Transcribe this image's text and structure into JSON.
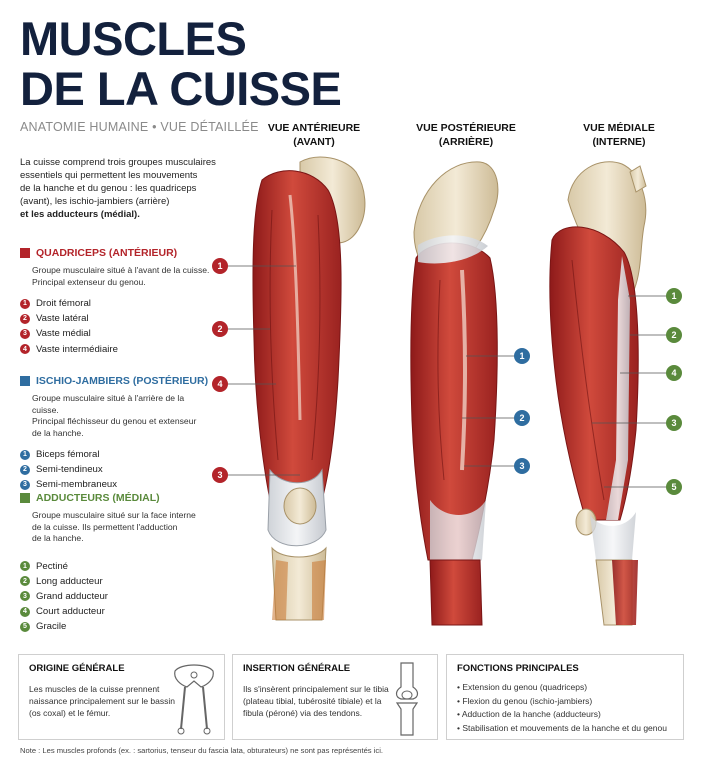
{
  "title_line1": "MUSCLES",
  "title_line2": "DE LA CUISSE",
  "subtitle": "ANATOMIE HUMAINE • VUE DÉTAILLÉE",
  "intro_line1": "La cuisse comprend trois groupes musculaires",
  "intro_line2": "essentiels qui permettent les mouvements",
  "intro_line3": "de la hanche et du genou : les quadriceps",
  "intro_line4": "(avant), les ischio-jambiers (arrière)",
  "intro_line5": "et les adducteurs (médial).",
  "colors": {
    "quadriceps": "#b3242a",
    "ischio": "#2f6da0",
    "adducteurs": "#5a8a3c",
    "title": "#13213d"
  },
  "groups": {
    "quadriceps": {
      "title": "QUADRICEPS (ANTÉRIEUR)",
      "desc1": "Groupe musculaire situé à l'avant de la cuisse.",
      "desc2": "Principal extenseur du genou.",
      "items": [
        {
          "n": "1",
          "label": "Droit fémoral"
        },
        {
          "n": "2",
          "label": "Vaste latéral"
        },
        {
          "n": "3",
          "label": "Vaste médial"
        },
        {
          "n": "4",
          "label": "Vaste intermédiaire"
        }
      ]
    },
    "ischio": {
      "title": "ISCHIO-JAMBIERS (POSTÉRIEUR)",
      "desc1": "Groupe musculaire situé à l'arrière de la cuisse.",
      "desc2": "Principal fléchisseur du genou et extenseur",
      "desc3": "de la hanche.",
      "items": [
        {
          "n": "1",
          "label": "Biceps fémoral"
        },
        {
          "n": "2",
          "label": "Semi-tendineux"
        },
        {
          "n": "3",
          "label": "Semi-membraneux"
        }
      ]
    },
    "adducteurs": {
      "title": "ADDUCTEURS (MÉDIAL)",
      "desc1": "Groupe musculaire situé sur la face interne",
      "desc2": "de la cuisse. Ils permettent l'adduction",
      "desc3": "de la hanche.",
      "items": [
        {
          "n": "1",
          "label": "Pectiné"
        },
        {
          "n": "2",
          "label": "Long adducteur"
        },
        {
          "n": "3",
          "label": "Grand adducteur"
        },
        {
          "n": "4",
          "label": "Court adducteur"
        },
        {
          "n": "5",
          "label": "Gracile"
        }
      ]
    }
  },
  "views": {
    "anterior": {
      "line1": "VUE ANTÉRIEURE",
      "line2": "(AVANT)",
      "callouts": [
        "1",
        "2",
        "4",
        "3"
      ]
    },
    "posterior": {
      "line1": "VUE POSTÉRIEURE",
      "line2": "(ARRIÈRE)",
      "callouts": [
        "1",
        "2",
        "3"
      ]
    },
    "medial": {
      "line1": "VUE MÉDIALE",
      "line2": "(INTERNE)",
      "callouts": [
        "1",
        "2",
        "4",
        "3",
        "5"
      ]
    }
  },
  "boxes": {
    "origin": {
      "title": "ORIGINE GÉNÉRALE",
      "l1": "Les muscles de la cuisse prennent",
      "l2": "naissance principalement sur le bassin",
      "l3": "(os coxal) et le fémur."
    },
    "insertion": {
      "title": "INSERTION GÉNÉRALE",
      "l1": "Ils s'insèrent principalement sur le tibia",
      "l2": "(plateau tibial, tubérosité tibiale) et la",
      "l3": "fibula (péroné) via des tendons."
    },
    "functions": {
      "title": "FONCTIONS PRINCIPALES",
      "items": [
        "Extension du genou (quadriceps)",
        "Flexion du genou (ischio-jambiers)",
        "Adduction de la hanche (adducteurs)",
        "Stabilisation et mouvements de la hanche et du genou"
      ]
    }
  },
  "note": "Note : Les muscles profonds (ex. : sartorius, tenseur du fascia lata, obturateurs) ne sont pas représentés ici."
}
